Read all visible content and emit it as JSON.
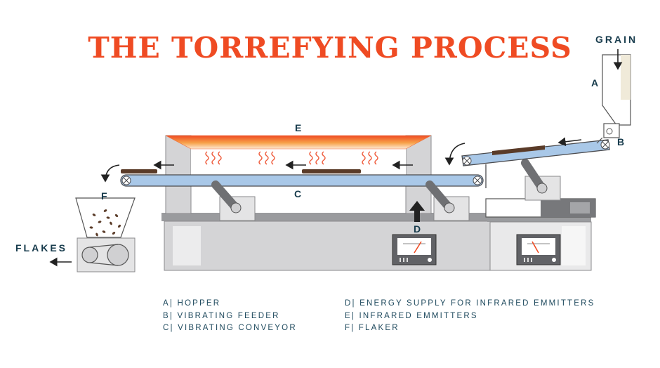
{
  "title": "THE TORREFYING PROCESS",
  "labels": {
    "grain": "GRAIN",
    "flakes": "FLAKES",
    "a": "A",
    "b": "B",
    "c": "C",
    "d": "D",
    "e": "E",
    "f": "F"
  },
  "legend": {
    "left": [
      "A| HOPPER",
      "B| VIBRATING FEEDER",
      "C| VIBRATING CONVEYOR"
    ],
    "right": [
      "D| ENERGY SUPPLY FOR INFRARED EMMITTERS",
      "E| INFRARED EMMITTERS",
      "F| FLAKER"
    ]
  },
  "colors": {
    "title": "#ef4b23",
    "label": "#173b4c",
    "belt": "#a9c8e8",
    "machine": "#d4d4d6",
    "heat_wave": "#ef5a3a",
    "grain": "#5a3b28"
  }
}
